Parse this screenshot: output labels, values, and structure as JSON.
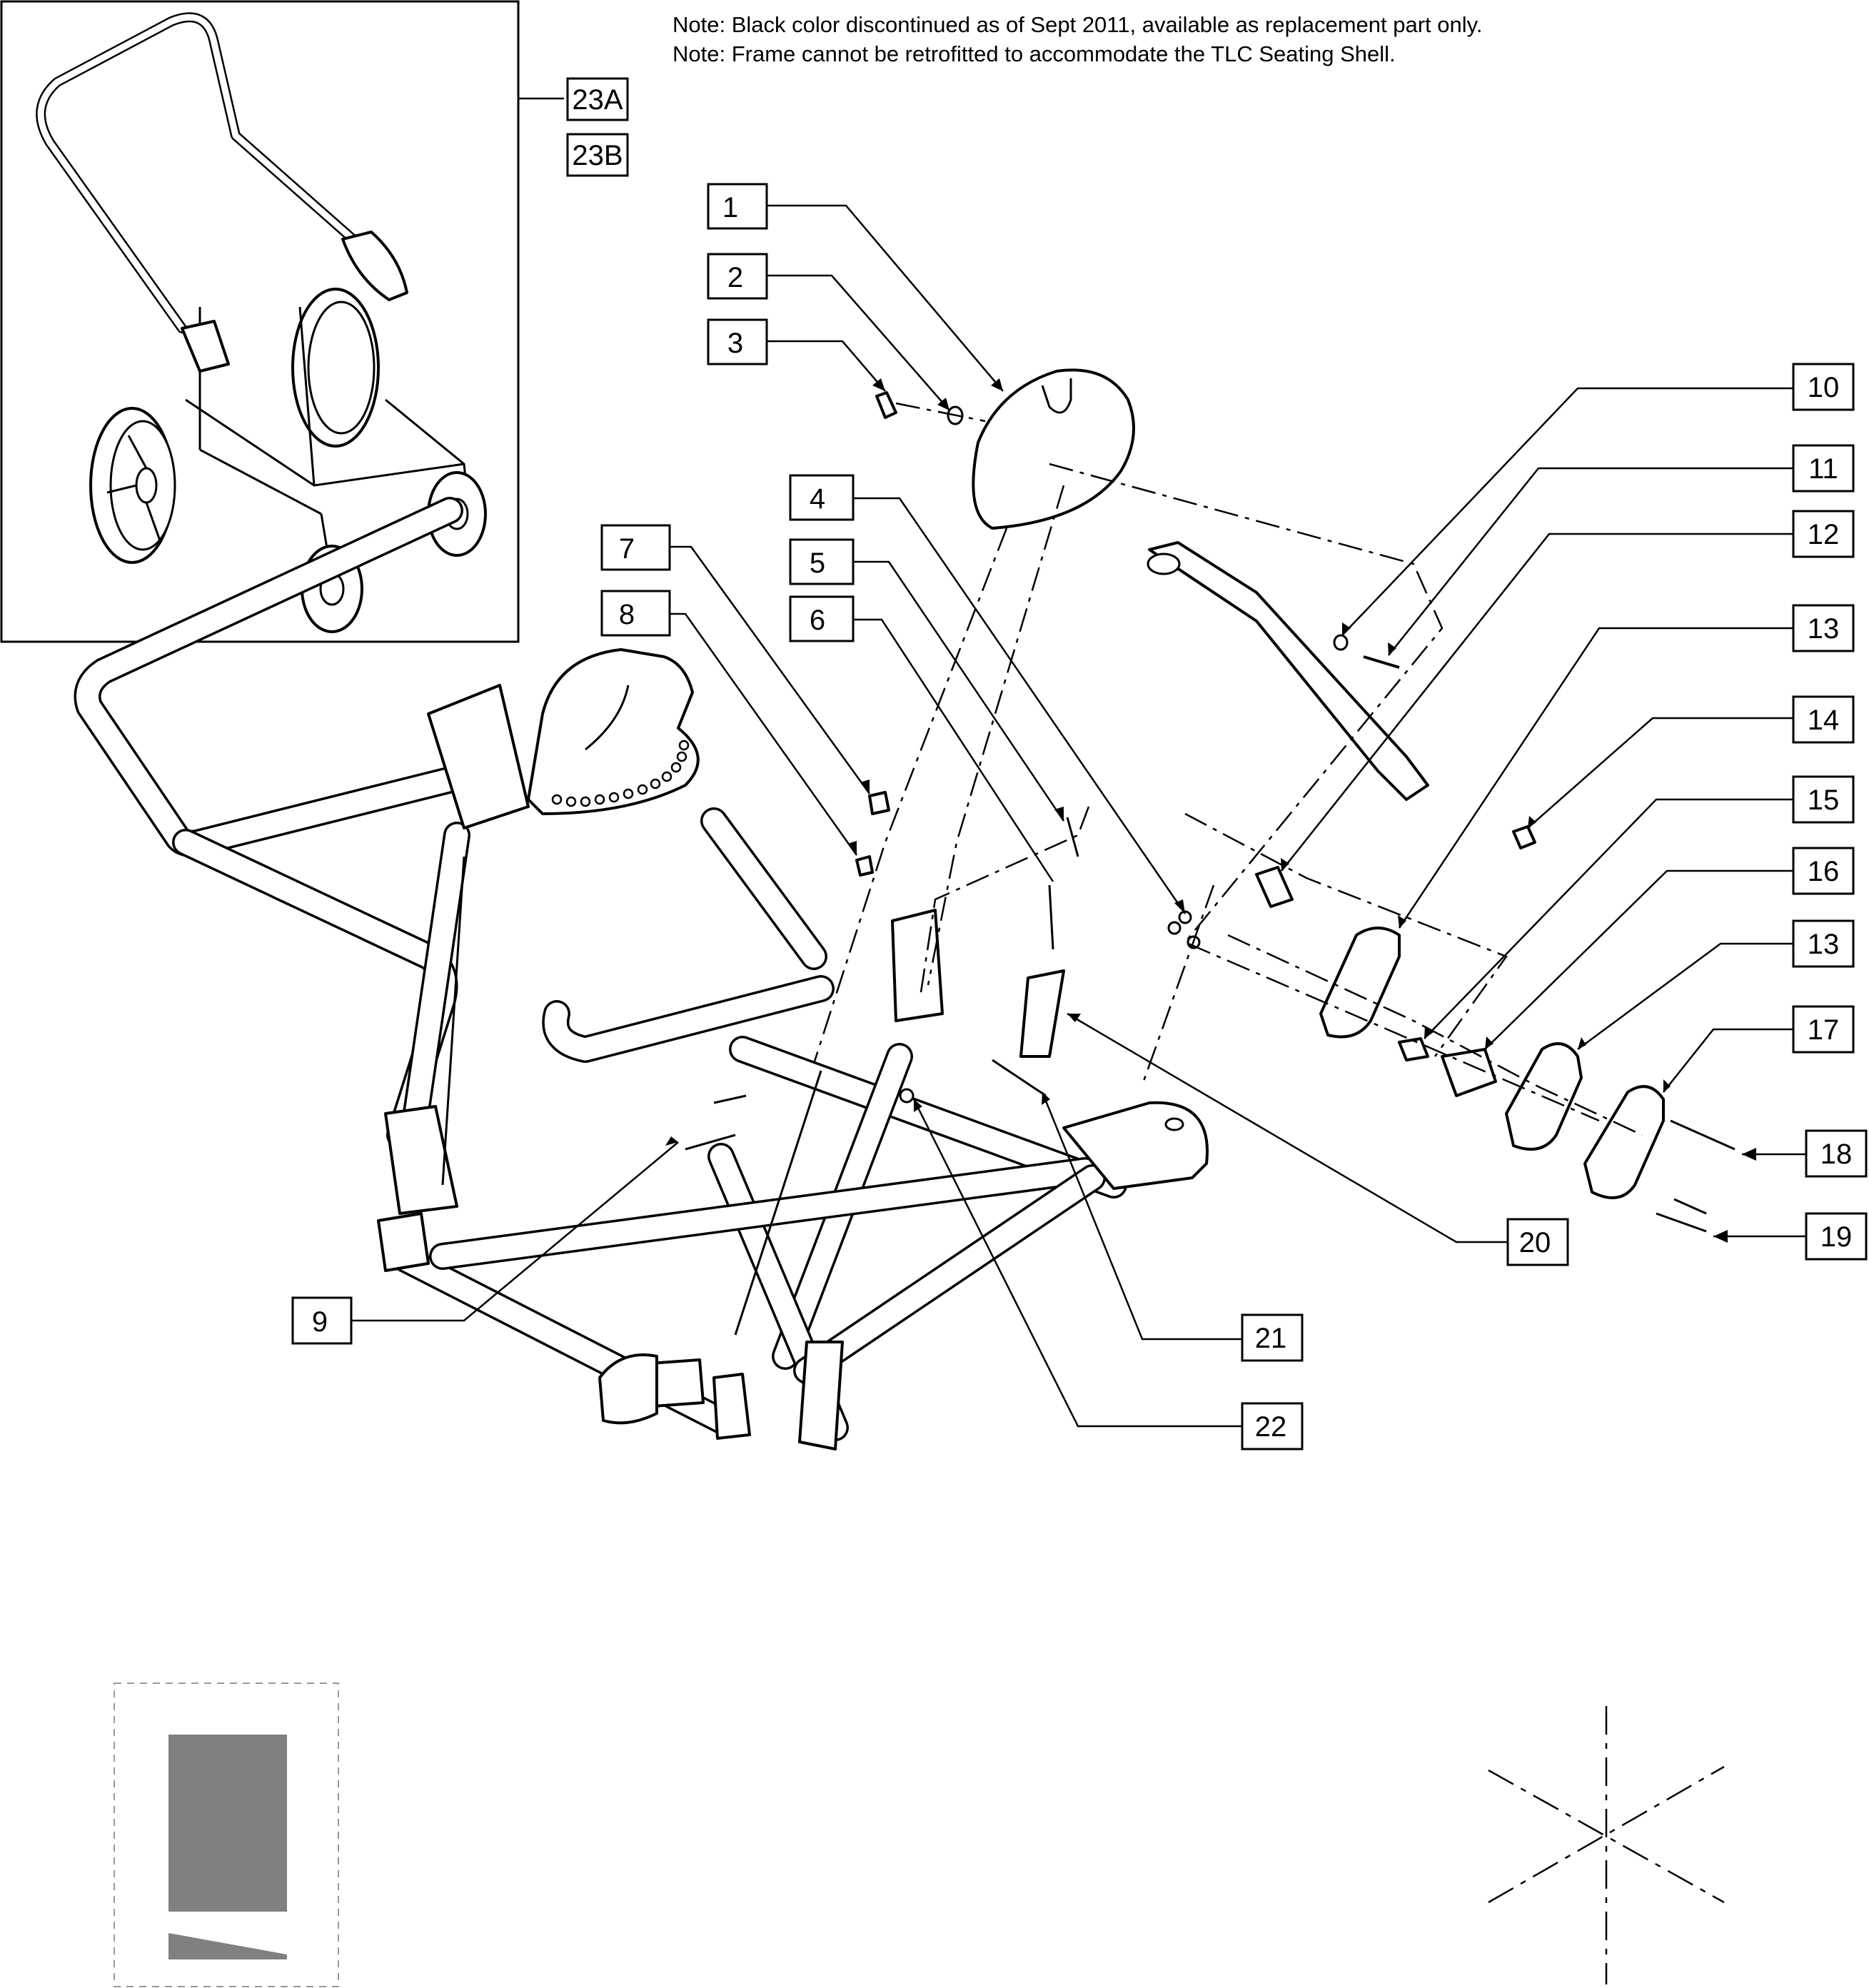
{
  "notes": [
    "Note: Black color discontinued as of Sept 2011, available as replacement part only.",
    "Note: Frame cannot be retrofitted to accommodate the TLC Seating Shell."
  ],
  "callouts": {
    "c1": "1",
    "c2": "2",
    "c3": "3",
    "c4": "4",
    "c5": "5",
    "c6": "6",
    "c7": "7",
    "c8": "8",
    "c9": "9",
    "c10": "10",
    "c11": "11",
    "c12": "12",
    "c13a": "13",
    "c13b": "13",
    "c14": "14",
    "c15": "15",
    "c16": "16",
    "c17": "17",
    "c18": "18",
    "c19": "19",
    "c20": "20",
    "c21": "21",
    "c22": "22",
    "c23a": "23A",
    "c23b": "23B"
  },
  "colors": {
    "line": "#000000",
    "background": "#ffffff",
    "logo_gray": "#808080"
  }
}
